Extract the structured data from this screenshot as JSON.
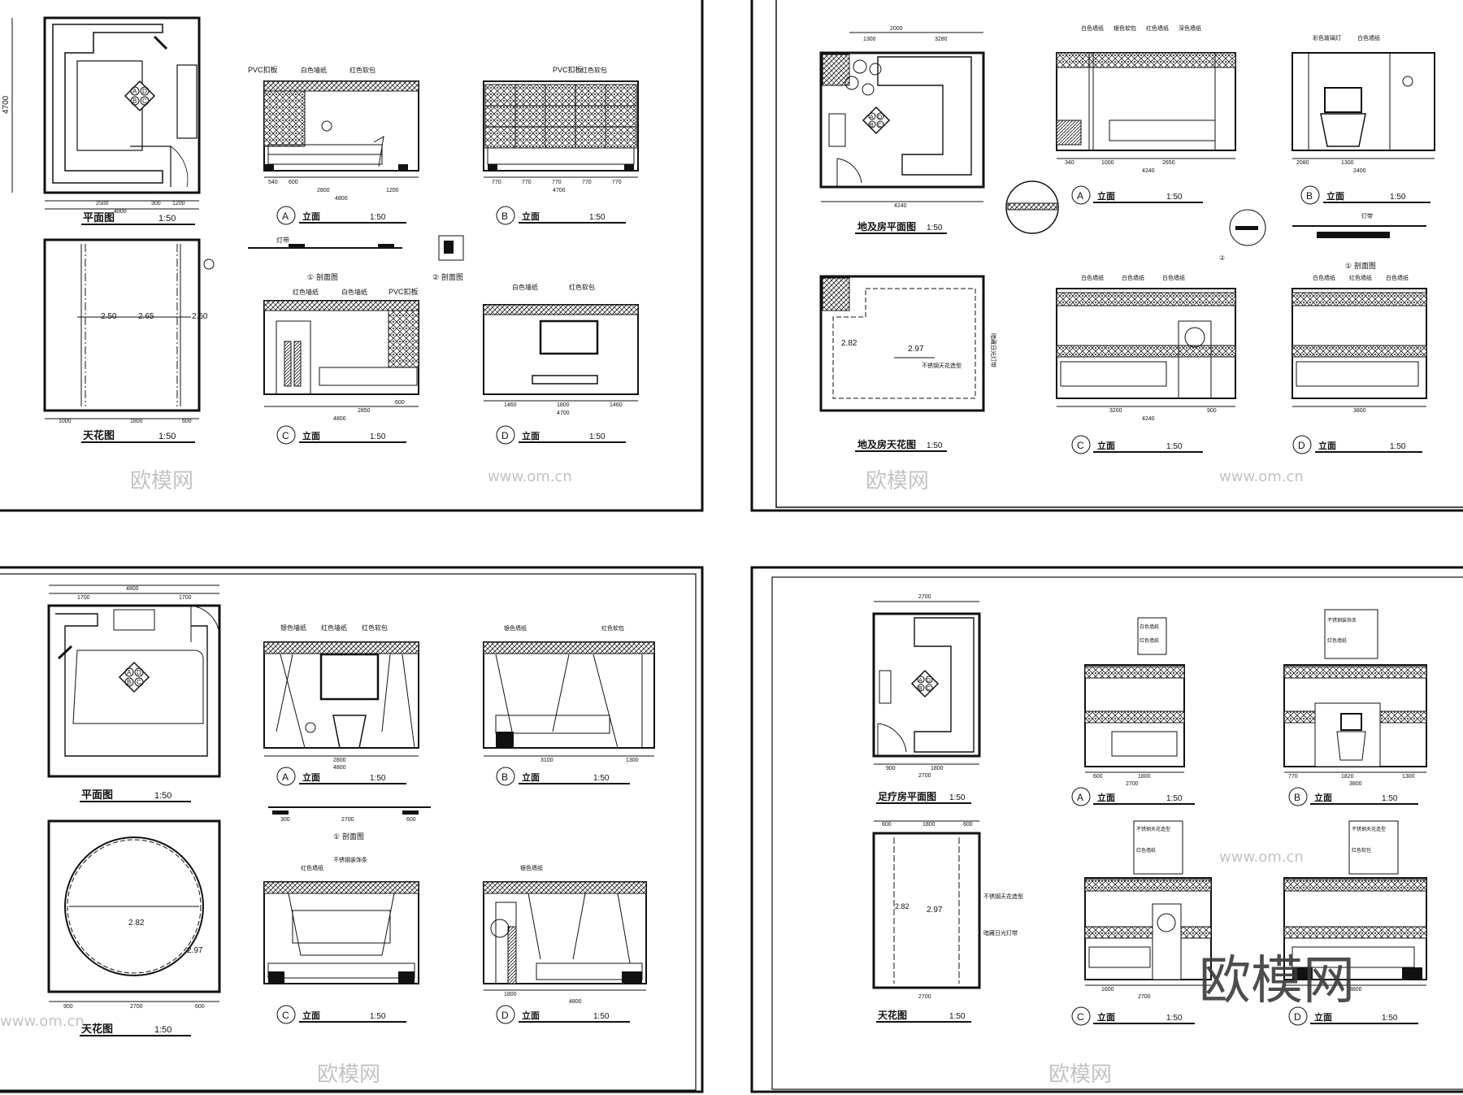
{
  "watermark": {
    "text": "欧模网",
    "url": "www.om.cn",
    "corner_logo": "欧模网"
  },
  "sheets": [
    {
      "id": "sheet1",
      "plan": {
        "title": "平面图",
        "scale": "1:50",
        "dims": [
          "4700",
          "2500",
          "300",
          "1200",
          "4800"
        ]
      },
      "ceiling": {
        "title": "天花图",
        "scale": "1:50",
        "dims": [
          "1000",
          "1800",
          "600"
        ],
        "levels": [
          "2.50",
          "2.65",
          "2.50"
        ]
      },
      "elev_A": {
        "letter": "A",
        "word": "立面",
        "scale": "1:50",
        "callouts": [
          "PVC扣板",
          "白色墙纸",
          "红色软包"
        ],
        "dims": [
          "540",
          "600",
          "2800",
          "1200",
          "4800"
        ]
      },
      "elev_B": {
        "letter": "B",
        "word": "立面",
        "scale": "1:50",
        "callouts": [
          "PVC扣板",
          "红色软包"
        ],
        "dims": [
          "770",
          "770",
          "770",
          "770",
          "770",
          "4700"
        ]
      },
      "elev_C": {
        "letter": "C",
        "word": "立面",
        "scale": "1:50",
        "callouts": [
          "红色墙纸",
          "白色墙纸",
          "PVC扣板"
        ],
        "dims": [
          "2850",
          "600",
          "4800"
        ]
      },
      "elev_D": {
        "letter": "D",
        "word": "立面",
        "scale": "1:50",
        "callouts": [
          "白色墙纸",
          "红色软包"
        ],
        "dims": [
          "1460",
          "1800",
          "1460",
          "4700"
        ]
      },
      "details": {
        "d1": "① 剖面图",
        "d2": "② 剖面图",
        "label": "灯带"
      }
    },
    {
      "id": "sheet2",
      "plan": {
        "title": "地及房平面图",
        "scale": "1:50",
        "dims": [
          "2000",
          "1300",
          "3280",
          "4240"
        ]
      },
      "ceiling": {
        "title": "地及房天花图",
        "scale": "1:50",
        "levels": [
          "2.82",
          "2.97"
        ],
        "notes": [
          "不锈钢天花造型",
          "暗藏日光灯带"
        ]
      },
      "elev_A": {
        "letter": "A",
        "word": "立面",
        "scale": "1:50",
        "callouts": [
          "白色墙纸",
          "银色软包",
          "红色墙纸",
          "深色墙纸"
        ],
        "dims": [
          "340",
          "1000",
          "2650",
          "4240"
        ]
      },
      "elev_B": {
        "letter": "B",
        "word": "立面",
        "scale": "1:50",
        "callouts": [
          "彩色玻璃灯",
          "白色墙纸"
        ],
        "dims": [
          "2080",
          "1300",
          "2400"
        ]
      },
      "elev_C": {
        "letter": "C",
        "word": "立面",
        "scale": "1:50",
        "callouts": [
          "白色墙纸",
          "白色墙纸",
          "白色墙纸"
        ],
        "dims": [
          "3200",
          "900",
          "4240"
        ]
      },
      "elev_D": {
        "letter": "D",
        "word": "立面",
        "scale": "1:50",
        "callouts": [
          "白色墙纸",
          "红色墙纸",
          "白色墙纸"
        ],
        "dims": [
          "3800"
        ]
      },
      "details": {
        "d1": "① 剖面图",
        "d2": "②",
        "label": "灯带"
      }
    },
    {
      "id": "sheet3",
      "plan": {
        "title": "平面图",
        "scale": "1:50",
        "dims": [
          "1700",
          "4800",
          "1700"
        ]
      },
      "ceiling": {
        "title": "天花图",
        "scale": "1:50",
        "dims": [
          "900",
          "2700",
          "600"
        ],
        "levels": [
          "2.82",
          "2.97"
        ]
      },
      "elev_A": {
        "letter": "A",
        "word": "立面",
        "scale": "1:50",
        "callouts": [
          "银色墙纸",
          "红色墙纸",
          "红色软包"
        ],
        "dims": [
          "2800",
          "4800"
        ]
      },
      "elev_B": {
        "letter": "B",
        "word": "立面",
        "scale": "1:50",
        "callouts": [
          "银色墙纸",
          "红色软包"
        ],
        "dims": [
          "3100",
          "1300"
        ]
      },
      "elev_C": {
        "letter": "C",
        "word": "立面",
        "scale": "1:50",
        "callouts": [
          "红色墙纸",
          "不锈钢装饰条"
        ],
        "dims": []
      },
      "elev_D": {
        "letter": "D",
        "word": "立面",
        "scale": "1:50",
        "callouts": [
          "银色墙纸"
        ],
        "dims": [
          "1800",
          "4800"
        ]
      },
      "details": {
        "d1": "① 剖面图",
        "dims": [
          "300",
          "2700",
          "600"
        ]
      }
    },
    {
      "id": "sheet4",
      "plan": {
        "title": "足疗房平面图",
        "scale": "1:50",
        "dims": [
          "2700",
          "900",
          "1800",
          "2700"
        ]
      },
      "ceiling": {
        "title": "天花图",
        "scale": "1:50",
        "dims": [
          "600",
          "1800",
          "600",
          "2700"
        ],
        "levels": [
          "2.82",
          "2.97"
        ],
        "notes": [
          "不锈钢天花造型",
          "暗藏日光灯带"
        ]
      },
      "elev_A": {
        "letter": "A",
        "word": "立面",
        "scale": "1:50",
        "callouts": [
          "白色墙纸",
          "红色墙纸"
        ],
        "dims": [
          "600",
          "1800",
          "2700"
        ]
      },
      "elev_B": {
        "letter": "B",
        "word": "立面",
        "scale": "1:50",
        "callouts": [
          "不锈钢装饰条",
          "红色墙纸"
        ],
        "dims": [
          "770",
          "1820",
          "1300",
          "3800"
        ]
      },
      "elev_C": {
        "letter": "C",
        "word": "立面",
        "scale": "1:50",
        "callouts": [
          "不锈钢天花造型",
          "红色墙纸"
        ],
        "dims": [
          "1600",
          "2700"
        ]
      },
      "elev_D": {
        "letter": "D",
        "word": "立面",
        "scale": "1:50",
        "callouts": [
          "不锈钢天花造型",
          "红色软包"
        ],
        "dims": [
          "3800"
        ]
      }
    }
  ]
}
